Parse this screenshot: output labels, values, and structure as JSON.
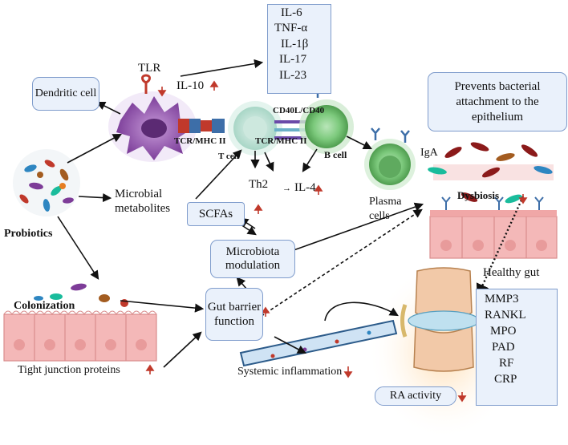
{
  "diagram": {
    "cytokines_down": [
      "IL-6",
      "TNF-α",
      "IL-1β",
      "IL-17",
      "IL-23"
    ],
    "tlr": "TLR",
    "il10": "IL-10",
    "dendritic_cell": "Dendritic cell",
    "cd40": "CD40L/CD40",
    "tcr_mhc_left": "TCR/MHC II",
    "tcr_mhc_right": "TCR/MHC II",
    "t_cell": "T cell",
    "b_cell": "B cell",
    "th2": "Th2",
    "il4": "IL-4",
    "plasma_cells": "Plasma cells",
    "iga": "IgA",
    "prevents": "Prevents bacterial attachment to the epithelium",
    "dysbiosis": "Dysbiosis",
    "healthy_gut": "Healthy gut",
    "probiotics": "Probiotics",
    "microbial_metabolites": "Microbial metabolites",
    "scfas": "SCFAs",
    "microbiota_modulation": "Microbiota modulation",
    "colonization": "Colonization",
    "gut_barrier": "Gut barrier function",
    "tight_junction": "Tight junction proteins",
    "systemic_inflammation": "Systemic inflammation",
    "ra_activity": "RA activity",
    "ra_markers": [
      "MMP3",
      "RANKL",
      "MPO",
      "PAD",
      "RF",
      "CRP"
    ]
  }
}
